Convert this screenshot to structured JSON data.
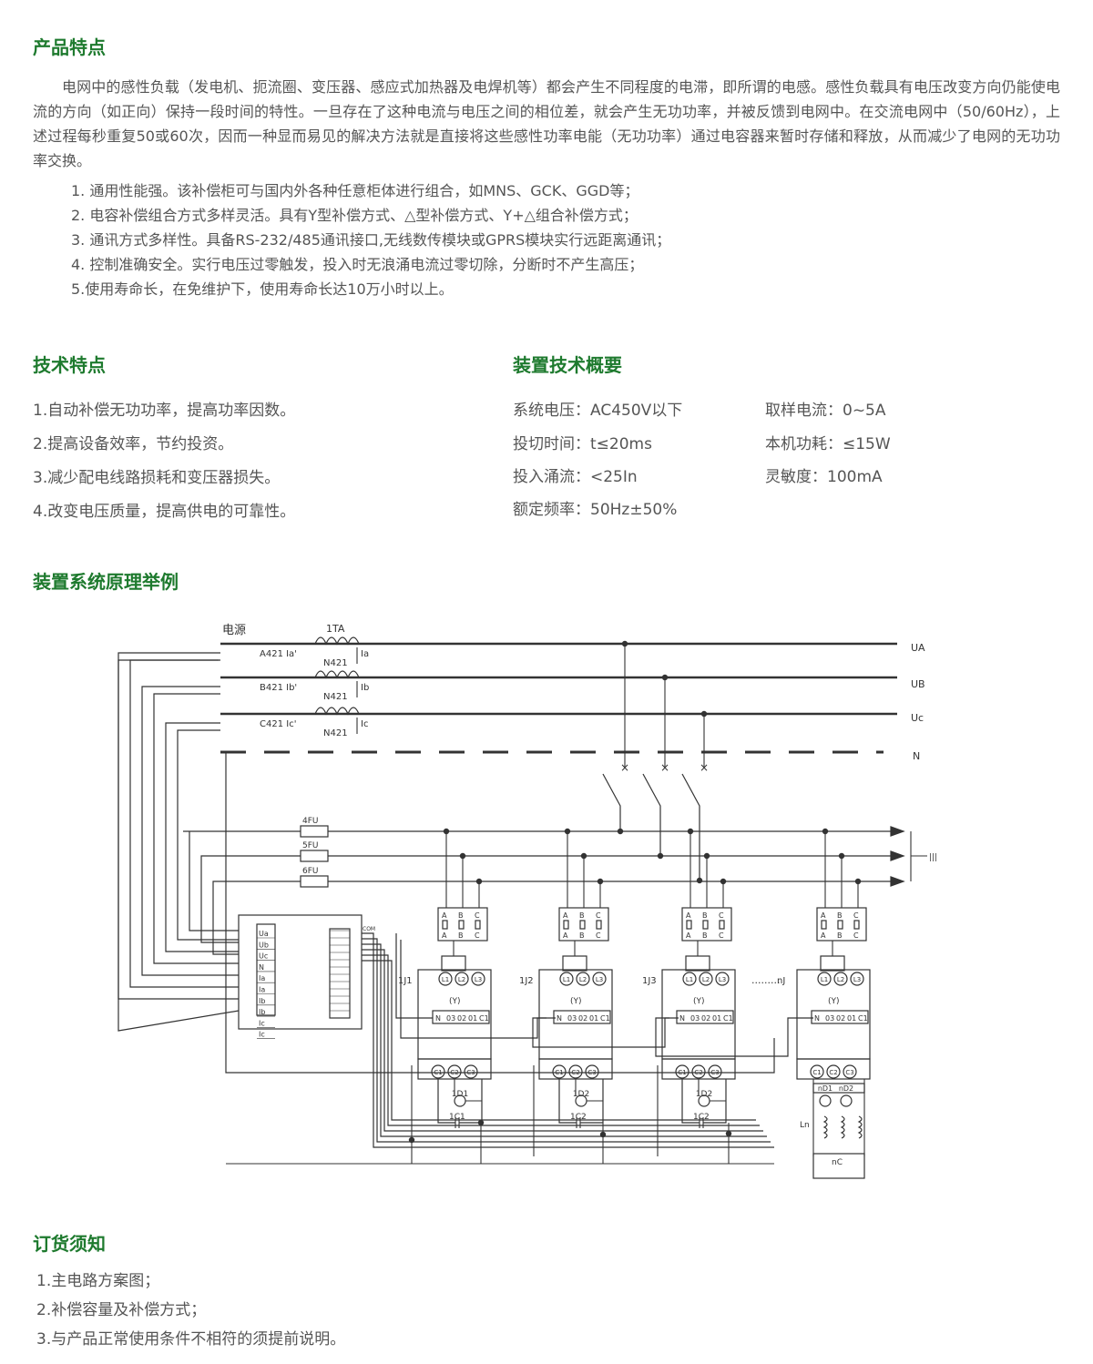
{
  "product": {
    "title": "产品特点",
    "intro": "电网中的感性负载（发电机、扼流圈、变压器、感应式加热器及电焊机等）都会产生不同程度的电滞，即所谓的电感。感性负载具有电压改变方向仍能使电流的方向（如正向）保持一段时间的特性。一旦存在了这种电流与电压之间的相位差，就会产生无功功率，并被反馈到电网中。在交流电网中（50/60Hz），上述过程每秒重复50或60次，因而一种显而易见的解决方法就是直接将这些感性功率电能（无功功率）通过电容器来暂时存储和释放，从而减少了电网的无功功率交换。",
    "items": [
      "1. 通用性能强。该补偿柜可与国内外各种任意柜体进行组合，如MNS、GCK、GGD等；",
      "2. 电容补偿组合方式多样灵活。具有Y型补偿方式、△型补偿方式、Y+△组合补偿方式；",
      "3. 通讯方式多样性。具备RS-232/485通讯接口,无线数传模块或GPRS模块实行远距离通讯；",
      "4. 控制准确安全。实行电压过零触发，投入时无浪涌电流过零切除，分断时不产生高压；",
      "5.使用寿命长，在免维护下，使用寿命长达10万小时以上。"
    ]
  },
  "tech": {
    "title": "技术特点",
    "items": [
      "1.自动补偿无功功率，提高功率因数。",
      "2.提高设备效率，节约投资。",
      "3.减少配电线路损耗和变压器损失。",
      "4.改变电压质量，提高供电的可靠性。"
    ]
  },
  "specs": {
    "title": "装置技术概要",
    "col1": [
      "系统电压：AC450V以下",
      "投切时间：t≤20ms",
      "投入涌流：<25In",
      "额定频率：50Hz±50%"
    ],
    "col2": [
      "取样电流：0~5A",
      "本机功耗：≤15W",
      "灵敏度：100mA"
    ]
  },
  "diagram": {
    "title": "装置系统原理举例",
    "labels": {
      "source": "电源",
      "ct": "1TA",
      "ua": "UA",
      "ub": "UB",
      "uc": "Uc",
      "n": "N",
      "a421": "A421",
      "b421": "B421",
      "c421": "C421",
      "ia_p": "Ia'",
      "ib_p": "Ib'",
      "ic_p": "Ic'",
      "n421": "N421",
      "ia": "Ia",
      "ib": "Ib",
      "ic": "Ic",
      "fu4": "4FU",
      "fu5": "5FU",
      "fu6": "6FU",
      "com": "COM",
      "ctrl_terms": [
        "Ua",
        "Ub",
        "Uc",
        "N",
        "Ia",
        "Ia",
        "Ib",
        "Ib",
        "Ic",
        "Ic"
      ],
      "abc": [
        "A",
        "B",
        "C"
      ],
      "contactors": [
        "1J1",
        "1J2",
        "1J3",
        "nJ"
      ],
      "dots": ".........",
      "top_terms": [
        "L1",
        "L2",
        "L3"
      ],
      "bot_terms": [
        "C1",
        "C2",
        "C3"
      ],
      "y": "(Y)",
      "ctrl_row": [
        "N",
        "03",
        "02",
        "01",
        "C1"
      ],
      "lamps": [
        "1D1",
        "1D2",
        "1D2",
        "nD1",
        "nD2"
      ],
      "caps": [
        "1C1",
        "1C2",
        "1C2",
        "nC"
      ],
      "ln": "Ln"
    }
  },
  "order": {
    "title": "订货须知",
    "items": [
      "1.主电路方案图；",
      "2.补偿容量及补偿方式；",
      "3.与产品正常使用条件不相符的须提前说明。"
    ]
  }
}
